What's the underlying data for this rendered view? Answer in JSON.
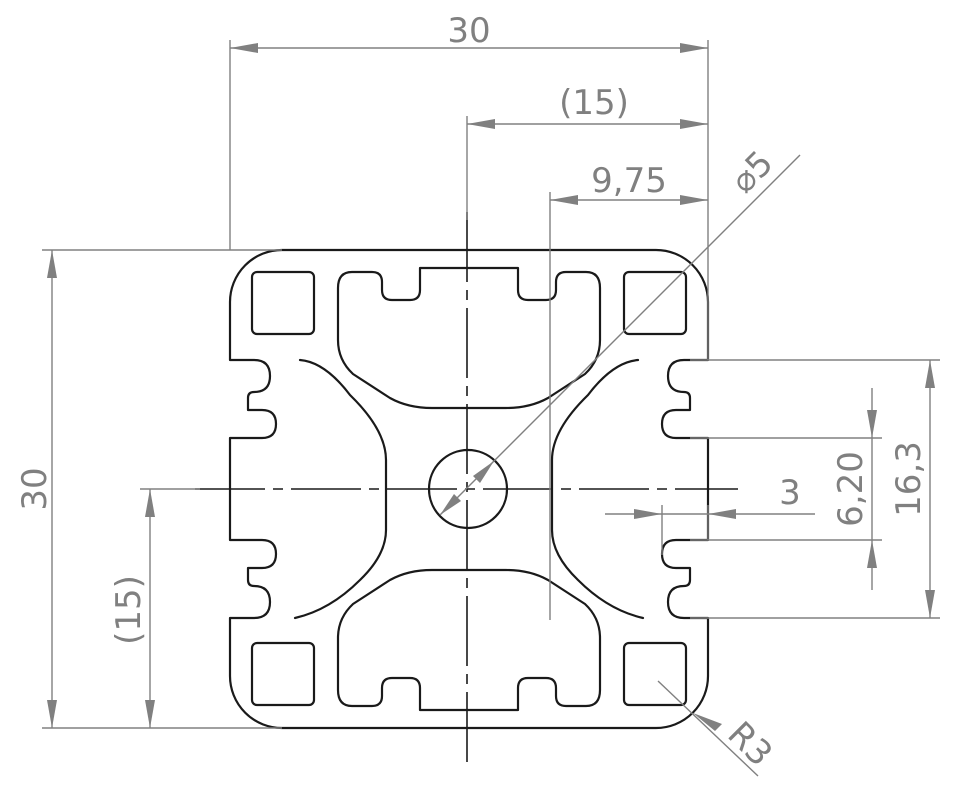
{
  "dimensions": {
    "overall_width": "30",
    "half_width_ref": "(15)",
    "offset_975": "9,75",
    "hole_diameter": "⌀5",
    "overall_height": "30",
    "half_height_ref": "(15)",
    "slot_opening": "6,20",
    "slot_depth": "16,3",
    "wall_thickness": "3",
    "corner_radius": "R3"
  },
  "colors": {
    "outline": "#1a1a1a",
    "dimension": "#808080"
  }
}
